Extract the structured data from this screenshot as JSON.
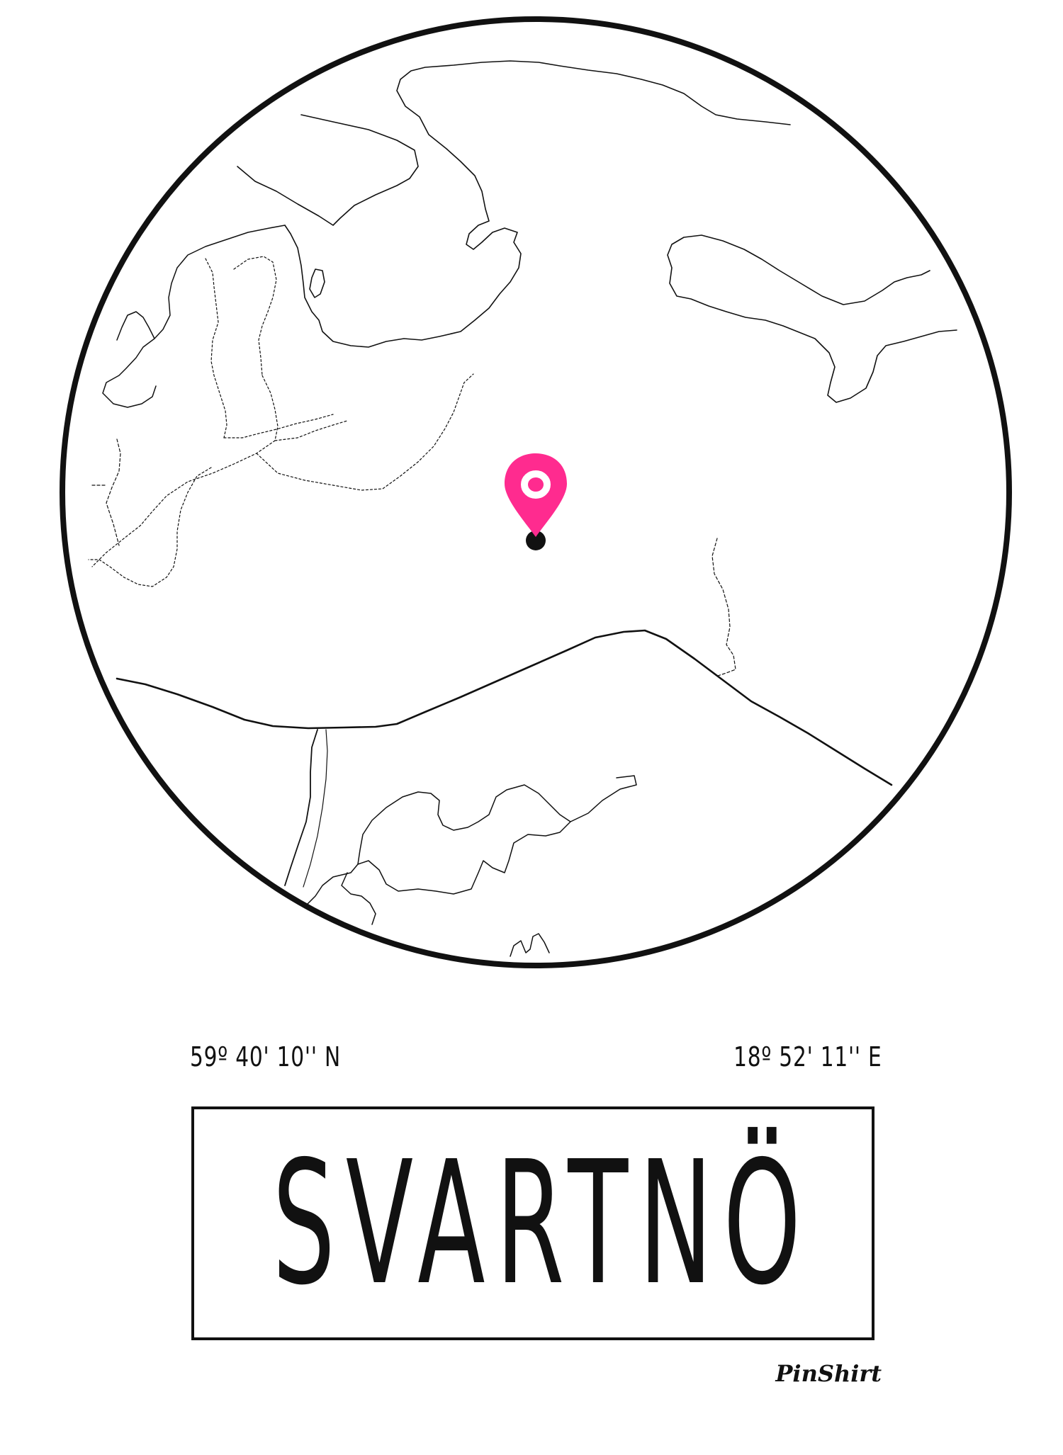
{
  "coordinates": {
    "latitude": "59º 40' 10'' N",
    "longitude": "18º 52' 11'' E"
  },
  "place": {
    "name": "SVARTNÖ"
  },
  "brand": {
    "name": "PinShirt"
  },
  "colors": {
    "marker": "#ff2b8f",
    "ink": "#111111",
    "background": "#ffffff"
  },
  "icons": {
    "marker": "map-pin-icon"
  }
}
